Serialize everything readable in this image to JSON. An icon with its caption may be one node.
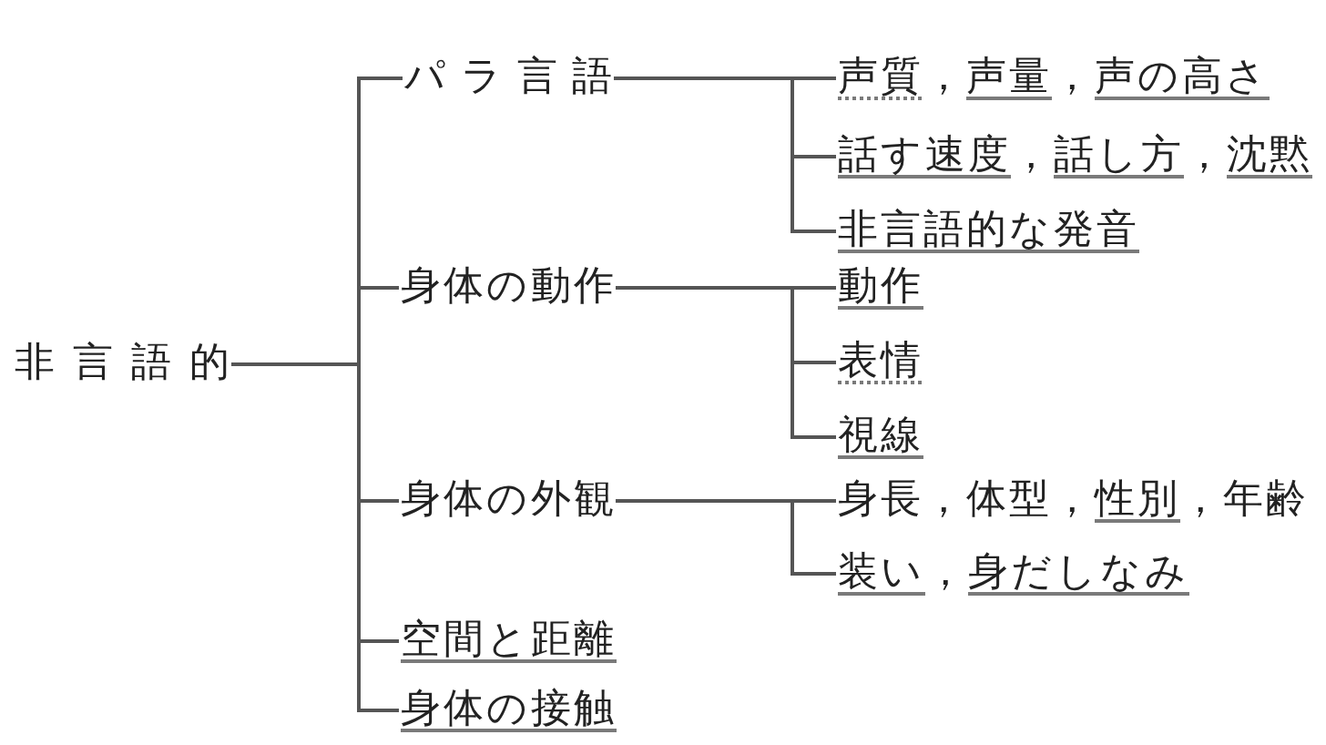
{
  "diagram": {
    "nodes": [
      {
        "text": [
          "非言語的"
        ]
      },
      {
        "text": [
          "パラ言語"
        ]
      },
      {
        "text": [
          "声質，声量，声の高さ"
        ]
      },
      {
        "text": [
          "話す速度，話し方，沈黙"
        ]
      },
      {
        "text": [
          "非言語的な発音"
        ]
      },
      {
        "text": [
          "身体の動作"
        ]
      },
      {
        "text": [
          "動作"
        ]
      },
      {
        "text": [
          "表情"
        ]
      },
      {
        "text": [
          "視線"
        ]
      },
      {
        "text": [
          "身体の外観"
        ]
      },
      {
        "text": [
          "身長，体型，性別，年齢"
        ]
      },
      {
        "text": [
          "装い，身だしなみ"
        ]
      },
      {
        "text": [
          "空間と距離"
        ]
      },
      {
        "text": [
          "身体の接触"
        ]
      }
    ],
    "edges": [
      {
        "from": 0,
        "to": 1,
        "arrow": "none"
      },
      {
        "from": 0,
        "to": 5,
        "arrow": "none"
      },
      {
        "from": 0,
        "to": 9,
        "arrow": "none"
      },
      {
        "from": 0,
        "to": 12,
        "arrow": "none"
      },
      {
        "from": 0,
        "to": 13,
        "arrow": "none"
      },
      {
        "from": 1,
        "to": 2,
        "arrow": "none"
      },
      {
        "from": 1,
        "to": 3,
        "arrow": "none"
      },
      {
        "from": 1,
        "to": 4,
        "arrow": "none"
      },
      {
        "from": 5,
        "to": 6,
        "arrow": "none"
      },
      {
        "from": 5,
        "to": 7,
        "arrow": "none"
      },
      {
        "from": 5,
        "to": 8,
        "arrow": "none"
      },
      {
        "from": 9,
        "to": 10,
        "arrow": "none"
      },
      {
        "from": 9,
        "to": 11,
        "arrow": "none"
      }
    ]
  }
}
